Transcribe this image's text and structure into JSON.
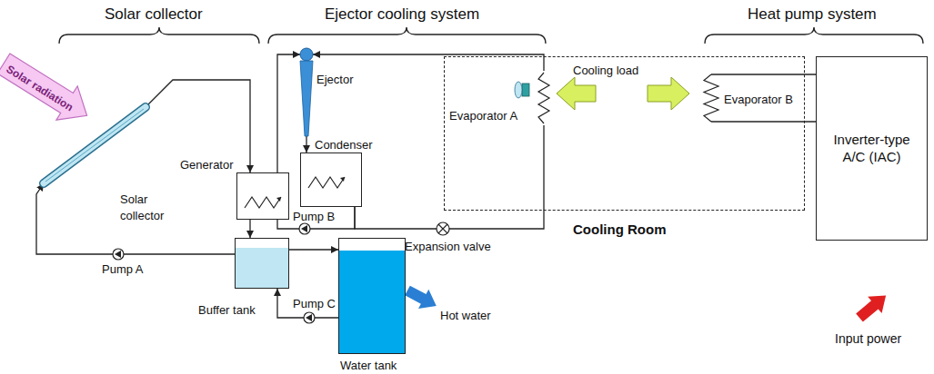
{
  "diagram": {
    "nodes": [
      {
        "text": [
          "Ejector"
        ]
      },
      {
        "text": [
          "Condenser"
        ]
      },
      {
        "text": [
          "Generator"
        ]
      },
      {
        "text": [
          "Cooling load",
          "Cooling Room"
        ]
      },
      {
        "text": [
          "Evaporator A"
        ],
        "in": 3
      },
      {
        "text": [
          "Evaporator B"
        ],
        "in": 3
      },
      {
        "text": [
          "Inverter-type A/C (IAC)"
        ]
      },
      {
        "text": [
          "Solar collector"
        ]
      },
      {
        "text": [
          "Buffer tank"
        ]
      },
      {
        "text": [
          "Water tank"
        ]
      }
    ],
    "edges": [
      {
        "from": 0,
        "to": 1,
        "arrow": "to"
      },
      {
        "from": 2,
        "to": 0,
        "arrow": "to"
      },
      {
        "from": 4,
        "to": 0,
        "arrow": "to"
      },
      {
        "from": 1,
        "to": 4,
        "arrow": "none"
      },
      {
        "from": 1,
        "to": 2,
        "arrow": "none"
      },
      {
        "from": 7,
        "to": 2,
        "arrow": "to"
      },
      {
        "from": 2,
        "to": 8,
        "arrow": "to"
      },
      {
        "from": 8,
        "to": 7,
        "arrow": "to"
      },
      {
        "from": 8,
        "to": 9,
        "arrow": "to"
      },
      {
        "from": 9,
        "to": 8,
        "arrow": "to"
      },
      {
        "from": 5,
        "to": 6,
        "arrow": "none"
      },
      {
        "from": 5,
        "to": 6,
        "arrow": "none"
      }
    ],
    "labels": [
      "Solar collector",
      "Ejector cooling system",
      "Heat pump system",
      "Solar radiation",
      "Pump A",
      "Pump B",
      "Pump C",
      "Expansion valve",
      "Hot water",
      "Input power"
    ]
  }
}
